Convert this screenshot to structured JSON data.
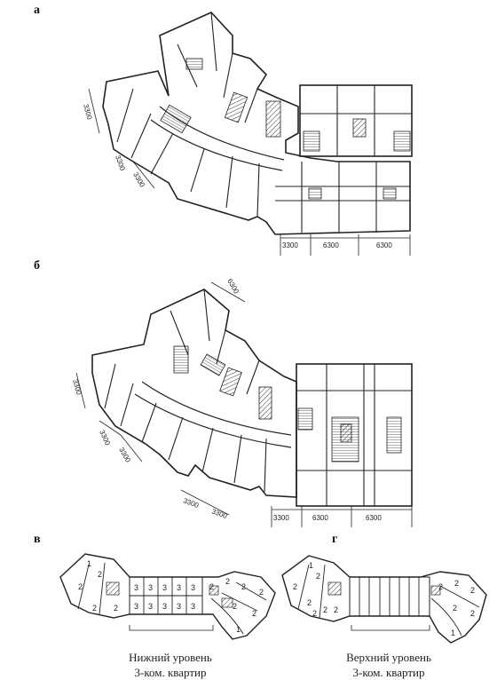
{
  "panels": {
    "a": {
      "label": "а"
    },
    "b": {
      "label": "б"
    },
    "v": {
      "label": "в",
      "caption_line1": "Нижний уровень",
      "caption_line2": "3-ком. квартир"
    },
    "g": {
      "label": "г",
      "caption_line1": "Верхний уровень",
      "caption_line2": "3-ком. квартир"
    }
  },
  "dims": {
    "a_left": "3300",
    "a_curve1": "3300",
    "a_curve2": "3300",
    "a_bottom": [
      "3300",
      "6300",
      "6300"
    ],
    "b_top": "6300",
    "b_left": "3300",
    "b_curve1": "3300",
    "b_curve2": "3300",
    "b_bottom_curve": [
      "3300",
      "3300"
    ],
    "b_bottom": [
      "3300",
      "6300",
      "6300"
    ]
  },
  "room_labels": {
    "v_left": [
      "1",
      "2",
      "2",
      "2",
      "2"
    ],
    "v_center": [
      "3",
      "3",
      "3",
      "3",
      "3",
      "3",
      "3",
      "3",
      "3",
      "3"
    ],
    "v_right": [
      "2",
      "2",
      "2",
      "2",
      "2",
      "2",
      "1"
    ],
    "g_left": [
      "1",
      "2",
      "2",
      "2",
      "2",
      "2",
      "2"
    ],
    "g_right": [
      "2",
      "2",
      "2",
      "2",
      "2",
      "1"
    ]
  }
}
